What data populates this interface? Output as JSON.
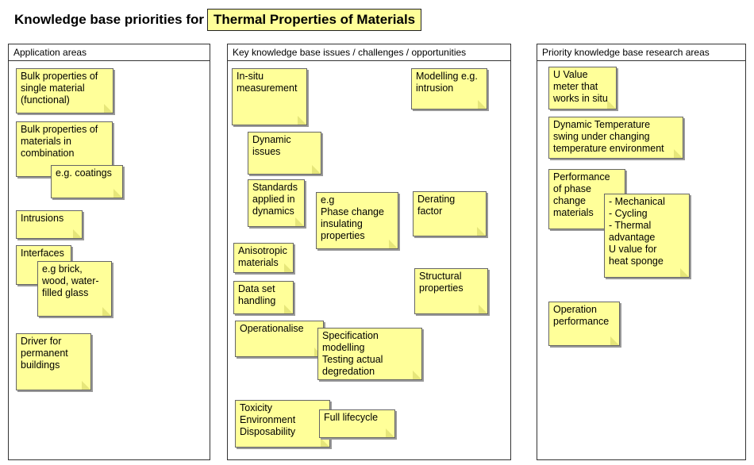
{
  "title": {
    "prefix": "Knowledge base priorities for",
    "highlight": "Thermal Properties of Materials"
  },
  "panels": {
    "application": "Application areas",
    "issues": "Key knowledge base issues / challenges / opportunities",
    "research": "Priority knowledge base research areas"
  },
  "notes": {
    "app_bulk_single": "Bulk properties of\nsingle material\n(functional)",
    "app_bulk_combination": "Bulk properties of\nmaterials in\ncombination",
    "app_coatings": "e.g. coatings",
    "app_intrusions": "Intrusions",
    "app_interfaces": "Interfaces",
    "app_brick": "e.g brick,\nwood, water-\nfilled glass",
    "app_driver": "Driver for\npermanent\nbuildings",
    "iss_insitu": "In-situ\nmeasurement",
    "iss_modelling": "Modelling e.g.\nintrusion",
    "iss_dynamic": "Dynamic\nissues",
    "iss_standards": "Standards\napplied in\ndynamics",
    "iss_phase": "e.g\nPhase change\ninsulating\nproperties",
    "iss_derating": "Derating\nfactor",
    "iss_anisotropic": "Anisotropic\nmaterials",
    "iss_dataset": "Data set\nhandling",
    "iss_structural": "Structural\nproperties",
    "iss_operationalise": "Operationalise",
    "iss_specification": "Specification\nmodelling\nTesting actual\ndegredation",
    "iss_toxicity": "Toxicity\nEnvironment\nDisposability",
    "iss_lifecycle": "Full lifecycle",
    "res_uvalue": "U Value\nmeter that\nworks in situ",
    "res_dynamic_temp": "Dynamic Temperature\nswing under changing\ntemperature environment",
    "res_performance": "Performance\nof phase\nchange\nmaterials",
    "res_mechanical": "- Mechanical\n- Cycling\n- Thermal\n  advantage\n  U value for\n  heat sponge",
    "res_operation": "Operation\nperformance"
  }
}
